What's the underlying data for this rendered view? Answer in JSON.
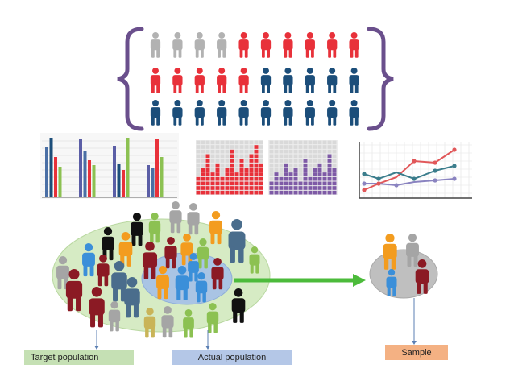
{
  "colors": {
    "gray": "#b2b2b2",
    "red": "#e8313a",
    "navy": "#1c4e7a",
    "bracket": "#6a4f8c",
    "green_ellipse": "#d6ebc4",
    "blue_ellipse": "#a9c4e4",
    "arrow": "#4cbb3b",
    "sample_circle": "#bfbfbf"
  },
  "population_grid": {
    "rows": [
      [
        "gray",
        "gray",
        "gray",
        "gray",
        "red",
        "red",
        "red",
        "red",
        "red",
        "red"
      ],
      [
        "red",
        "red",
        "red",
        "red",
        "red",
        "navy",
        "navy",
        "navy",
        "navy",
        "navy"
      ],
      [
        "navy",
        "navy",
        "navy",
        "navy",
        "navy",
        "navy",
        "navy",
        "navy",
        "navy",
        "navy"
      ]
    ]
  },
  "icons": {
    "bar_chart": "bar-chart-icon",
    "red_grid_chart": "red-histogram-icon",
    "purple_grid_chart": "purple-histogram-icon",
    "line_chart": "line-chart-icon"
  },
  "labels": {
    "target": "Target population",
    "actual": "Actual population",
    "sample": "Sample"
  }
}
